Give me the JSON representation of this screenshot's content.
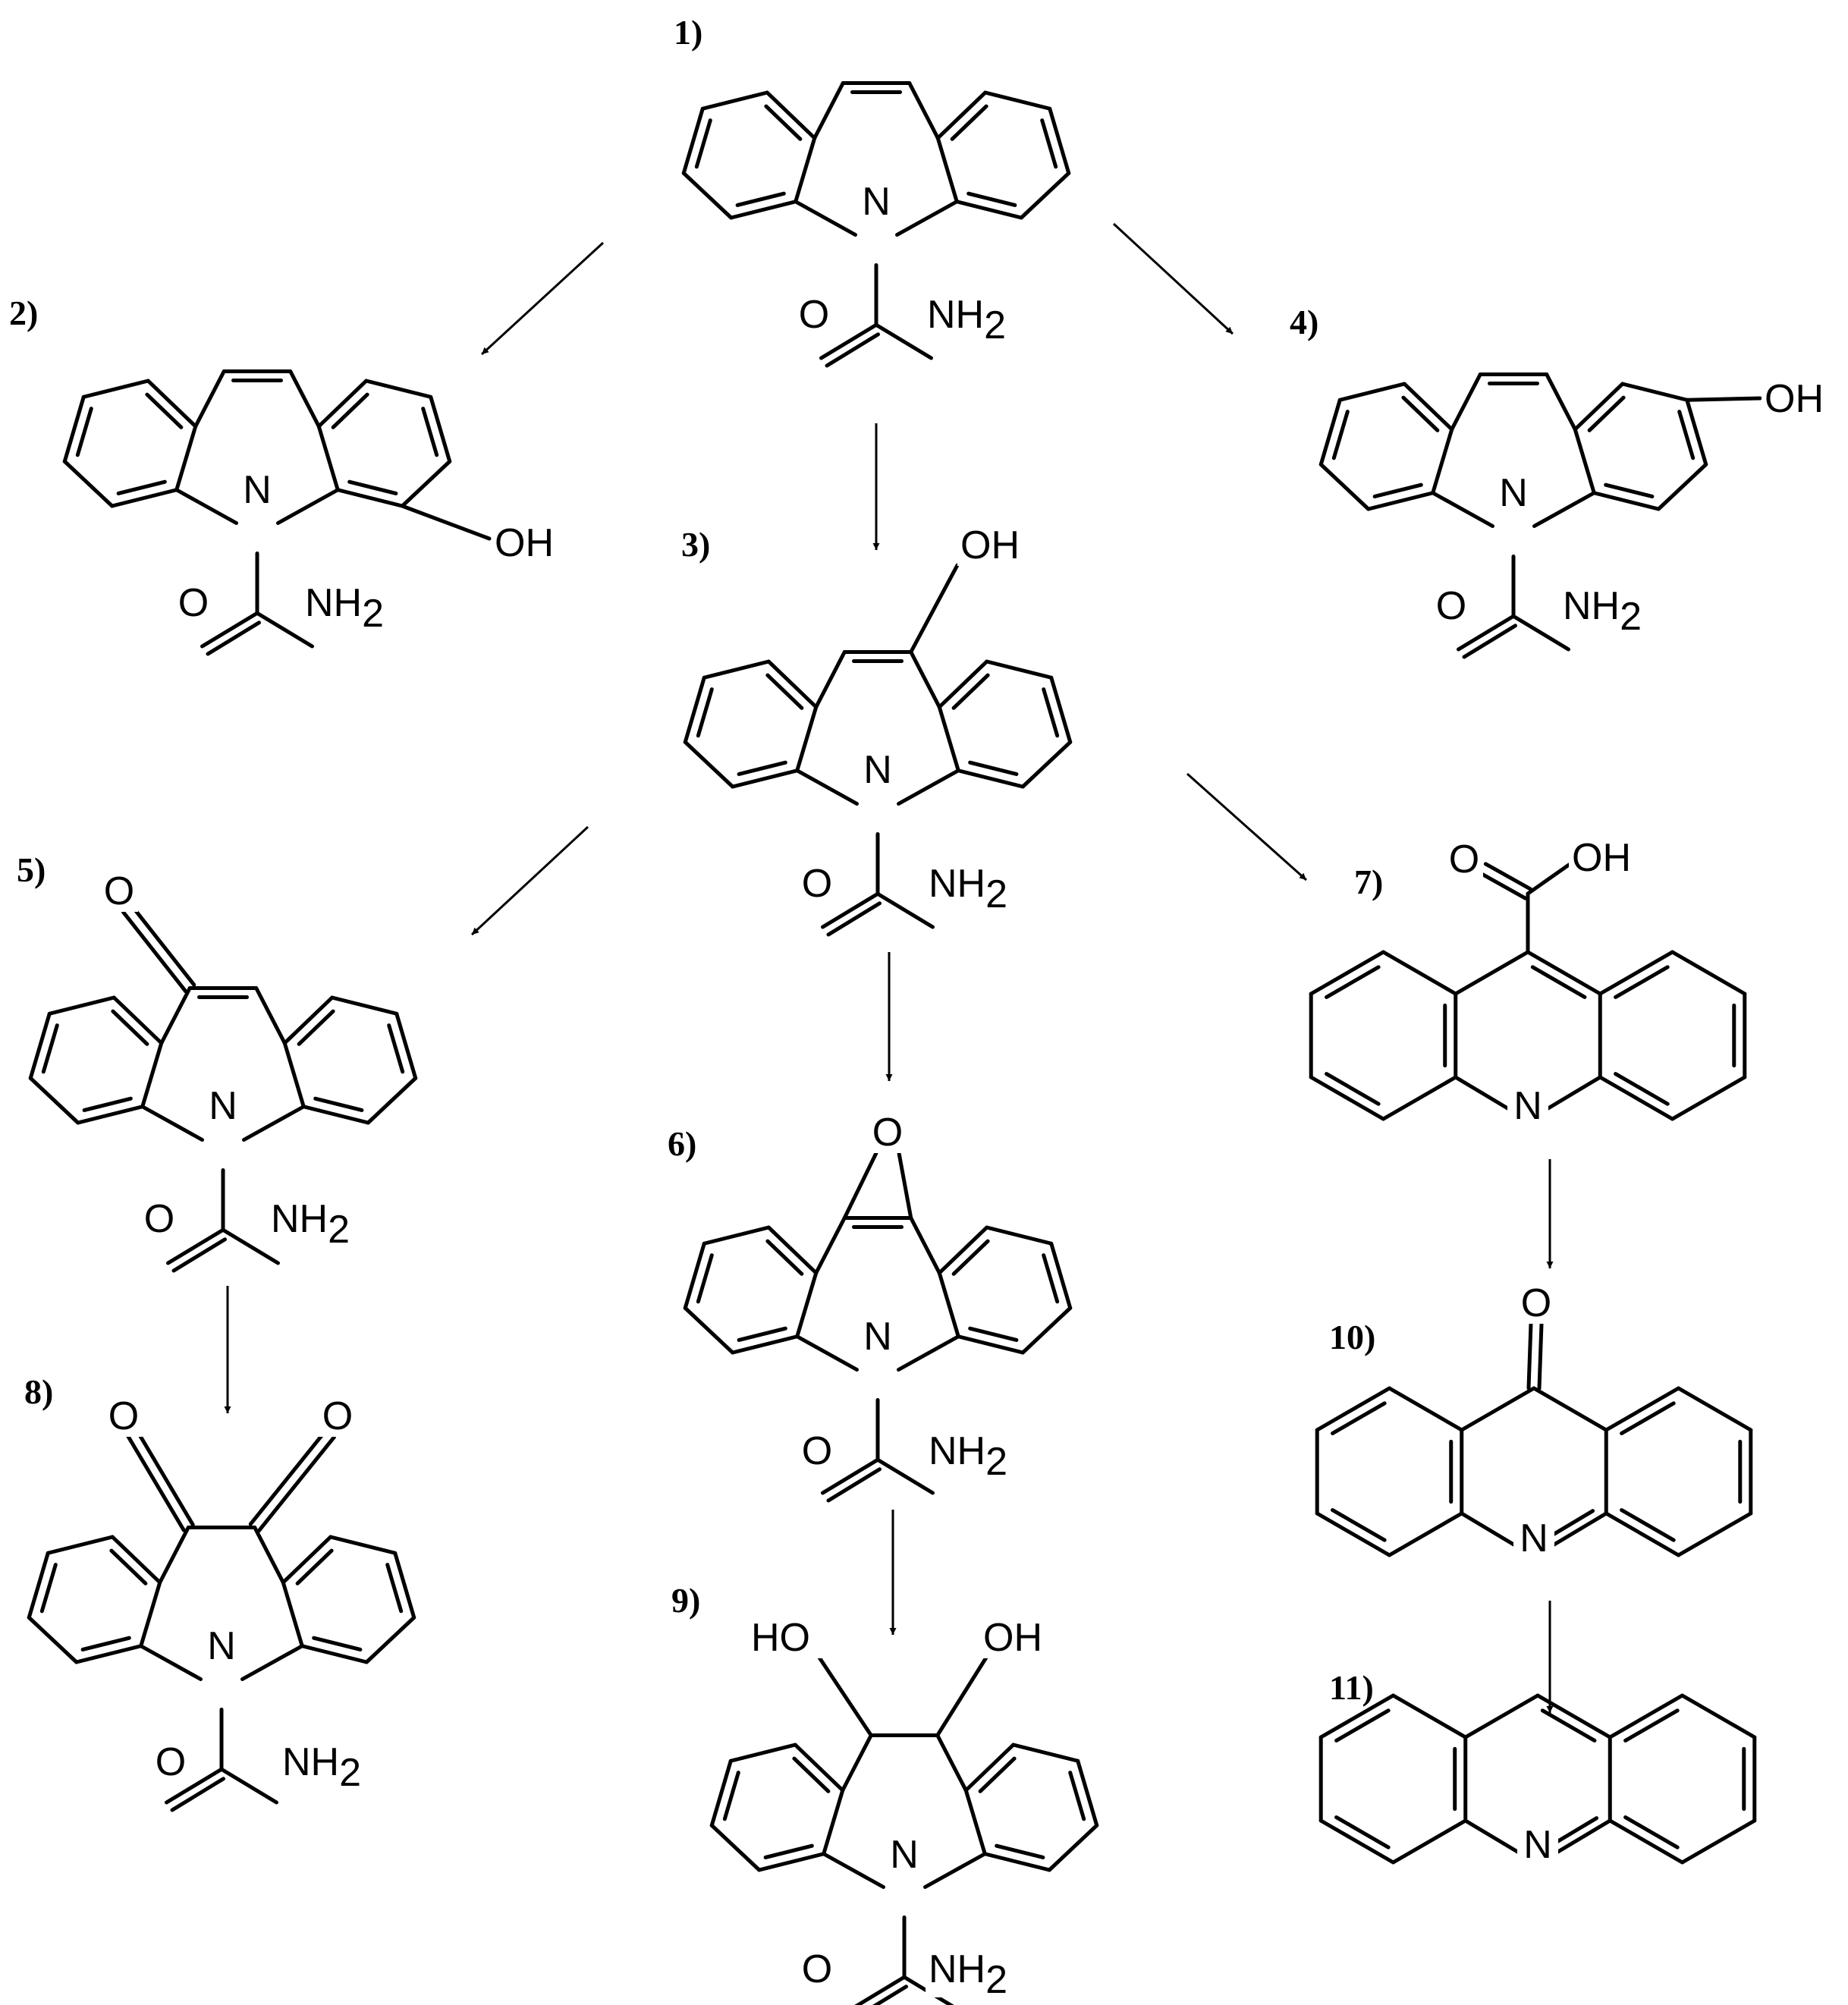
{
  "compounds": [
    {
      "label": "1)"
    },
    {
      "label": "2)"
    },
    {
      "label": "3)"
    },
    {
      "label": "4)"
    },
    {
      "label": "5)"
    },
    {
      "label": "6)"
    },
    {
      "label": "7)"
    },
    {
      "label": "8)"
    },
    {
      "label": "9)"
    },
    {
      "label": "10)"
    },
    {
      "label": "11)"
    }
  ],
  "atoms": {
    "N": "N",
    "O": "O",
    "OH": "OH",
    "HO": "HO",
    "NH": "NH",
    "sub2": "2"
  }
}
